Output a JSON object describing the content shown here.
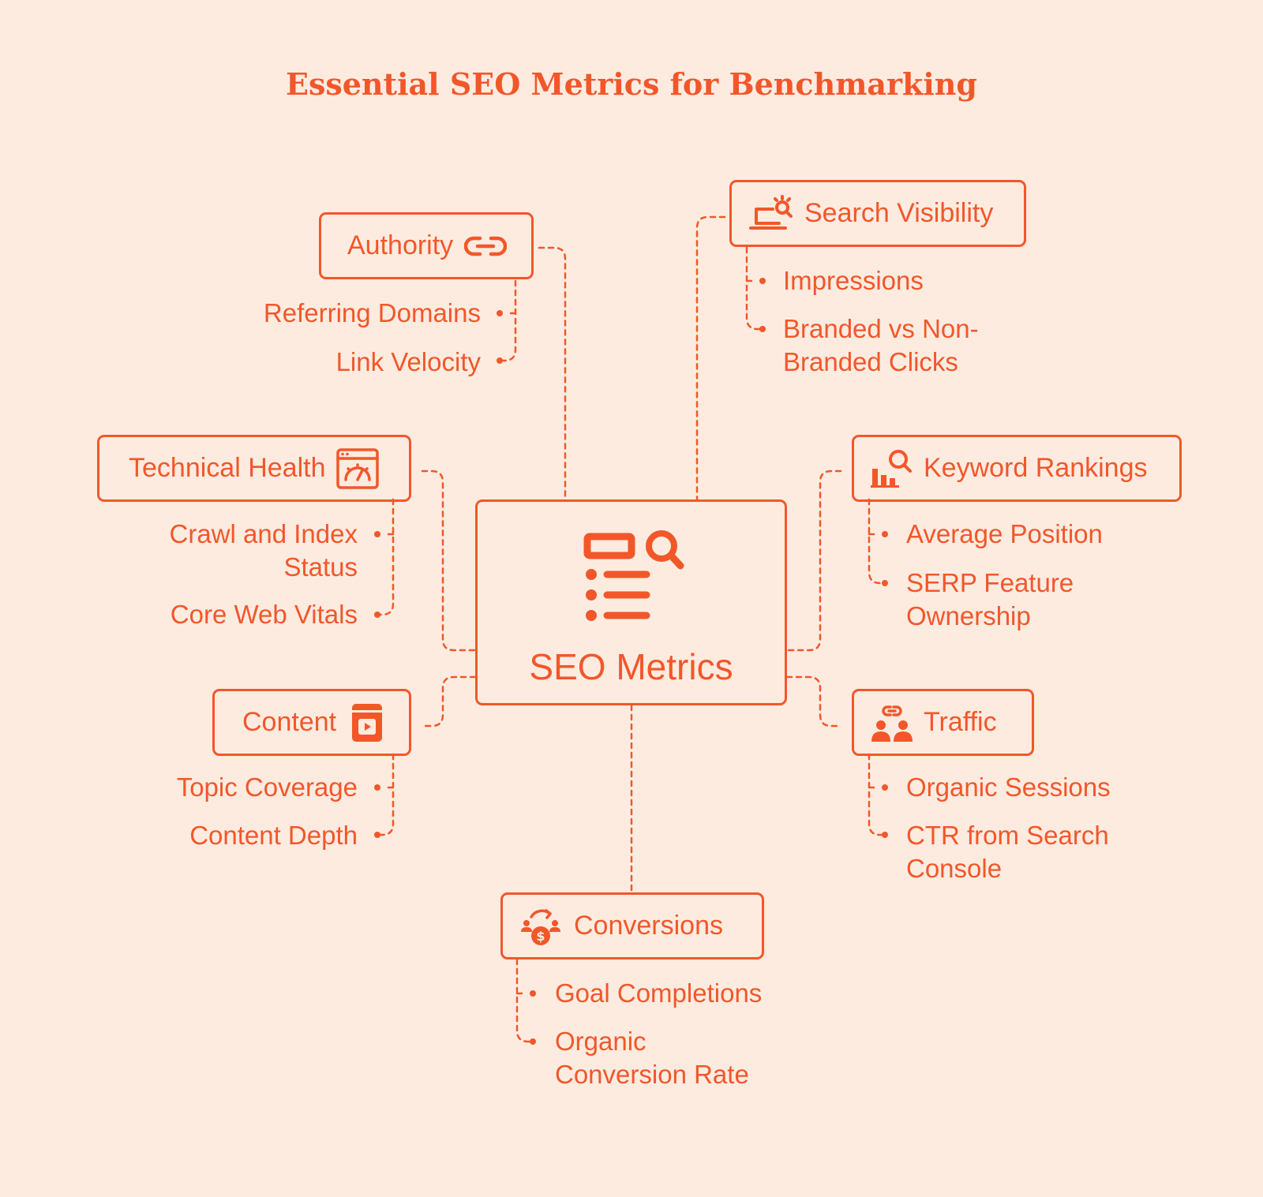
{
  "title": "Essential SEO Metrics for Benchmarking",
  "accent_color": "#F2572A",
  "background_color": "#FDEBE0",
  "center": {
    "label": "SEO Metrics",
    "icon": "list-search-icon"
  },
  "nodes": {
    "authority": {
      "label": "Authority",
      "icon": "link-icon",
      "items": [
        "Referring Domains",
        "Link Velocity"
      ]
    },
    "search_visibility": {
      "label": "Search Visibility",
      "icon": "laptop-search-icon",
      "items": [
        "Impressions",
        "Branded vs Non-\nBranded Clicks"
      ]
    },
    "technical_health": {
      "label": "Technical Health",
      "icon": "browser-gauge-icon",
      "items": [
        "Crawl and Index\nStatus",
        "Core Web Vitals"
      ]
    },
    "keyword_rankings": {
      "label": "Keyword Rankings",
      "icon": "bar-chart-search-icon",
      "items": [
        "Average Position",
        "SERP Feature\nOwnership"
      ]
    },
    "content": {
      "label": "Content",
      "icon": "document-play-icon",
      "items": [
        "Topic Coverage",
        "Content Depth"
      ]
    },
    "traffic": {
      "label": "Traffic",
      "icon": "people-link-icon",
      "items": [
        "Organic Sessions",
        "CTR from Search\nConsole"
      ]
    },
    "conversions": {
      "label": "Conversions",
      "icon": "money-cycle-icon",
      "items": [
        "Goal Completions",
        "Organic\nConversion Rate"
      ]
    }
  }
}
